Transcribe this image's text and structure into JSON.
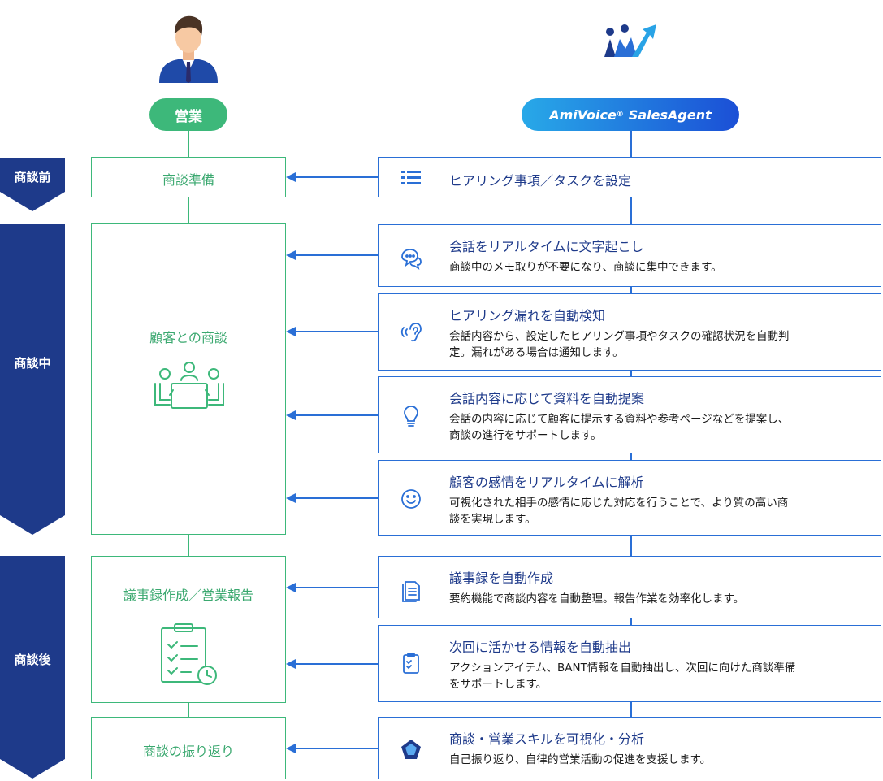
{
  "header": {
    "sales_pill": "営業",
    "agent_pill_brand": "AmiVoice",
    "agent_pill_reg": "®",
    "agent_pill_product": "SalesAgent"
  },
  "phases": {
    "before": "商談前",
    "during": "商談中",
    "after": "商談後"
  },
  "sales_steps": {
    "prep": "商談準備",
    "meeting": "顧客との商談",
    "minutes": "議事録作成／営業報告",
    "review": "商談の振り返り"
  },
  "features": [
    {
      "icon": "list-icon",
      "title": "ヒアリング事項／タスクを設定",
      "desc": []
    },
    {
      "icon": "chat-bubbles-icon",
      "title": "会話をリアルタイムに文字起こし",
      "desc": [
        "商談中のメモ取りが不要になり、商談に集中できます。"
      ]
    },
    {
      "icon": "ear-icon",
      "title": "ヒアリング漏れを自動検知",
      "desc": [
        "会話内容から、設定したヒアリング事項やタスクの確認状況を自動判",
        "定。漏れがある場合は通知します。"
      ]
    },
    {
      "icon": "lightbulb-icon",
      "title": "会話内容に応じて資料を自動提案",
      "desc": [
        "会話の内容に応じて顧客に提示する資料や参考ページなどを提案し、",
        "商談の進行をサポートします。"
      ]
    },
    {
      "icon": "smiley-icon",
      "title": "顧客の感情をリアルタイムに解析",
      "desc": [
        "可視化された相手の感情に応じた対応を行うことで、より質の高い商",
        "談を実現します。"
      ]
    },
    {
      "icon": "document-icon",
      "title": "議事録を自動作成",
      "desc": [
        "要約機能で商談内容を自動整理。報告作業を効率化します。"
      ]
    },
    {
      "icon": "clipboard-icon",
      "title": "次回に活かせる情報を自動抽出",
      "desc": [
        "アクションアイテム、BANT情報を自動抽出し、次回に向けた商談準備",
        "をサポートします。"
      ]
    },
    {
      "icon": "pentagon-chart-icon",
      "title": "商談・営業スキルを可視化・分析",
      "desc": [
        "自己振り返り、自律的営業活動の促進を支援します。"
      ]
    }
  ],
  "colors": {
    "navy": "#1e3a8a",
    "green": "#3db87a",
    "blue": "#2a6fd6"
  }
}
